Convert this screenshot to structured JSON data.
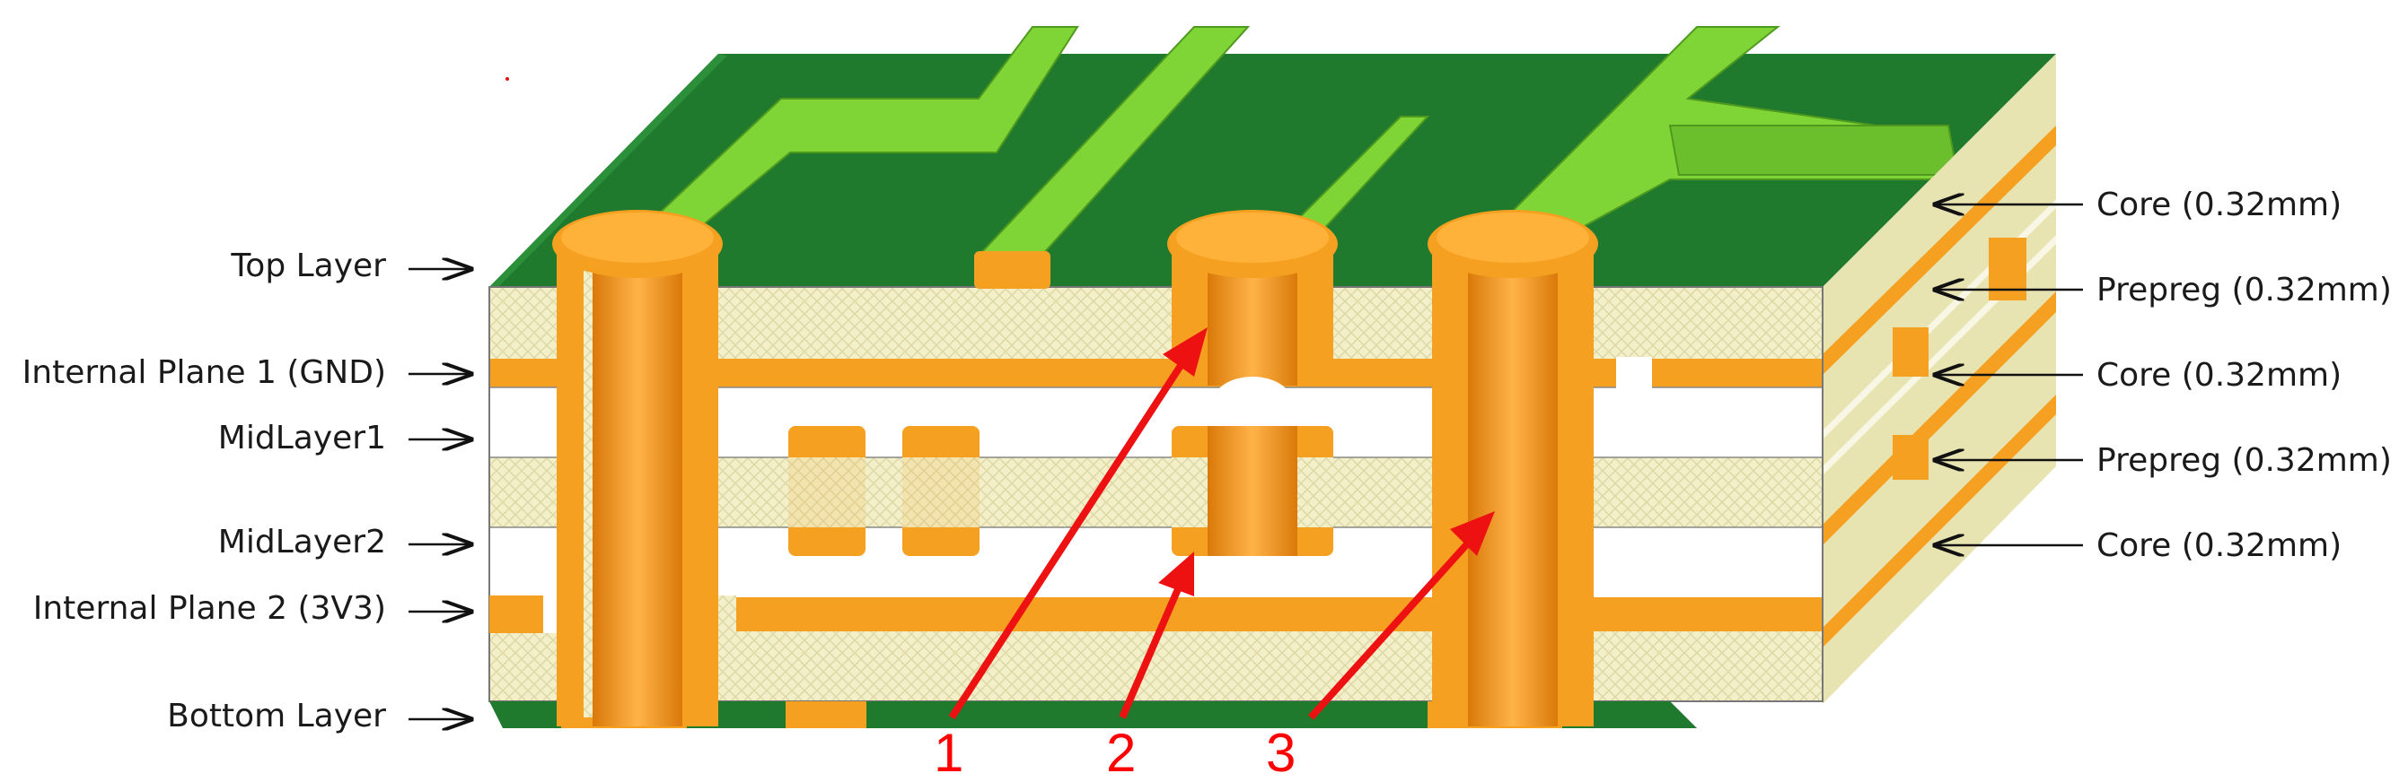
{
  "left_labels": [
    {
      "id": "top-layer",
      "text": "Top Layer"
    },
    {
      "id": "internal-plane-1",
      "text": "Internal Plane 1 (GND)"
    },
    {
      "id": "midlayer-1",
      "text": "MidLayer1"
    },
    {
      "id": "midlayer-2",
      "text": "MidLayer2"
    },
    {
      "id": "internal-plane-2",
      "text": "Internal Plane 2 (3V3)"
    },
    {
      "id": "bottom-layer",
      "text": "Bottom Layer"
    }
  ],
  "right_labels": [
    {
      "id": "core-1",
      "text": "Core (0.32mm)"
    },
    {
      "id": "prepreg-1",
      "text": "Prepreg (0.32mm)"
    },
    {
      "id": "core-2",
      "text": "Core (0.32mm)"
    },
    {
      "id": "prepreg-2",
      "text": "Prepreg (0.32mm)"
    },
    {
      "id": "core-3",
      "text": "Core (0.32mm)"
    }
  ],
  "callouts": [
    "1",
    "2",
    "3"
  ],
  "colors": {
    "board_green": "#1f7a2e",
    "trace_green": "#7fd436",
    "copper": "#f5a020",
    "copper_dark": "#d27a0c",
    "dielectric": "#f1edc4",
    "dielectric_side": "#e4e1a8",
    "callout_red": "#ee1111"
  }
}
